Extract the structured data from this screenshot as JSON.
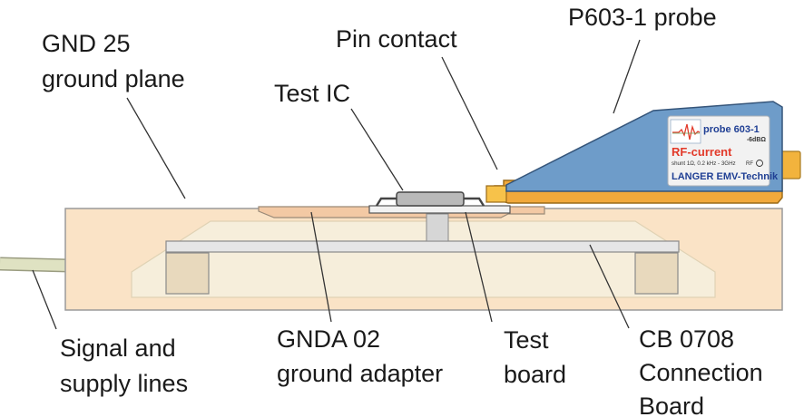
{
  "labels": {
    "gnd25": [
      "GND 25",
      "ground plane"
    ],
    "pin_contact": "Pin contact",
    "p603_probe": "P603-1 probe",
    "test_ic": "Test IC",
    "signal_lines": [
      "Signal and",
      "supply lines"
    ],
    "gnda02": [
      "GNDA 02",
      "ground adapter"
    ],
    "test_board": [
      "Test",
      "board"
    ],
    "cb0708": [
      "CB 0708",
      "Connection",
      "Board"
    ]
  },
  "probe_label": {
    "model": "probe 603-1",
    "attenuation": "-6dBΩ",
    "type": "RF-current",
    "spec": "shunt 1Ω, 0.2 kHz - 3GHz",
    "rf_mark": "RF",
    "brand": "LANGER EMV-Technik"
  },
  "colors": {
    "ground_plane": "#fae3c6",
    "inner_cavity": "#f6edd8",
    "probe_body": "#6e9cc9",
    "probe_base": "#f2a93b",
    "cable": "#d9dcb8",
    "label_text": "#1f3f94",
    "label_red": "#e23a2a"
  },
  "icons": {
    "waveform": "rf-waveform-icon",
    "connector": "rf-connector-icon"
  }
}
